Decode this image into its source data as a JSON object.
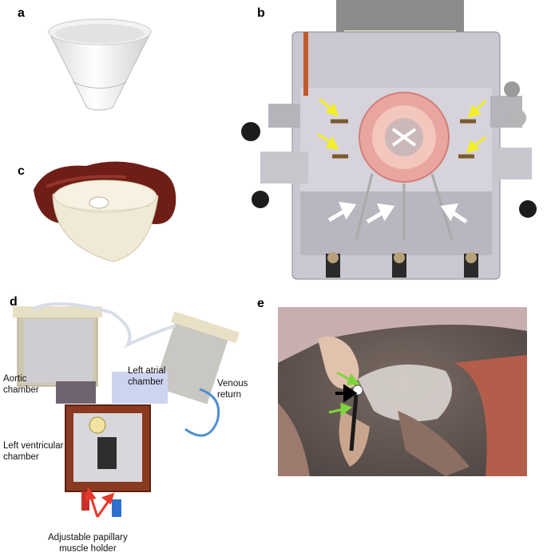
{
  "panels": {
    "a": {
      "letter": "a"
    },
    "b": {
      "letter": "b"
    },
    "c": {
      "letter": "c"
    },
    "d": {
      "letter": "d",
      "labels": {
        "aortic": "Aortic\nchamber",
        "left_atrial": "Left atrial\nchamber",
        "venous": "Venous\nreturn",
        "left_ventricular": "Left ventricular\nchamber",
        "papillary": "Adjustable papillary\nmuscle holder"
      }
    },
    "e": {
      "letter": "e"
    }
  },
  "colors": {
    "yellow_arrow": "#f2ee2a",
    "white_arrow": "#ffffff",
    "green_arrow": "#7fd43d",
    "black_arrow": "#000000",
    "red_arrow": "#e6382b"
  }
}
